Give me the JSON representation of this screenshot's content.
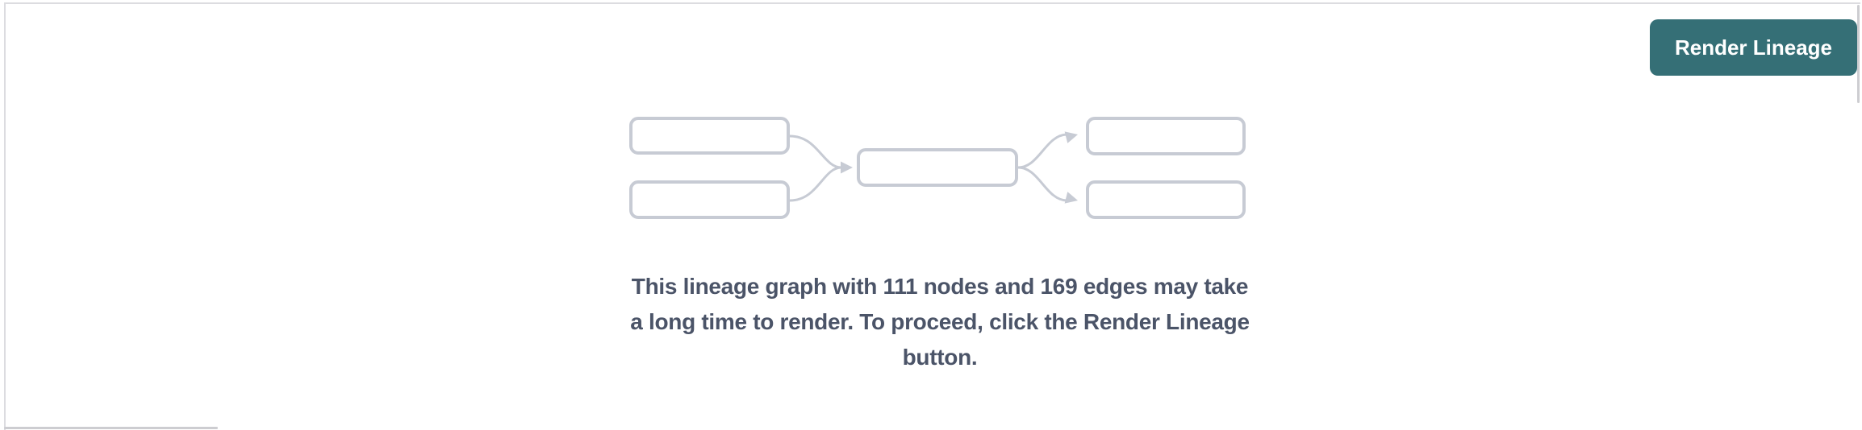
{
  "toolbar": {
    "render_button_label": "Render Lineage"
  },
  "illustration": {
    "name": "lineage-graph-placeholder",
    "node_boxes": 5,
    "edges": 4
  },
  "message": {
    "full_text": "This lineage graph with 111 nodes and 169 edges may take a long time to render. To proceed, click the Render Lineage button.",
    "lines": [
      "This lineage graph with 111 nodes and 169 edges may take",
      "a long time to render. To proceed, click the Render Lineage",
      "button."
    ],
    "node_count": "111",
    "edge_count": "169"
  },
  "colors": {
    "accent-teal": "#356f76",
    "button-text": "#ffffff",
    "message-text": "#4b5468",
    "graph-gray": "#c7cbd4",
    "panel-border": "#dcdce0",
    "scrollbar-thumb": "#cdcdd1"
  }
}
